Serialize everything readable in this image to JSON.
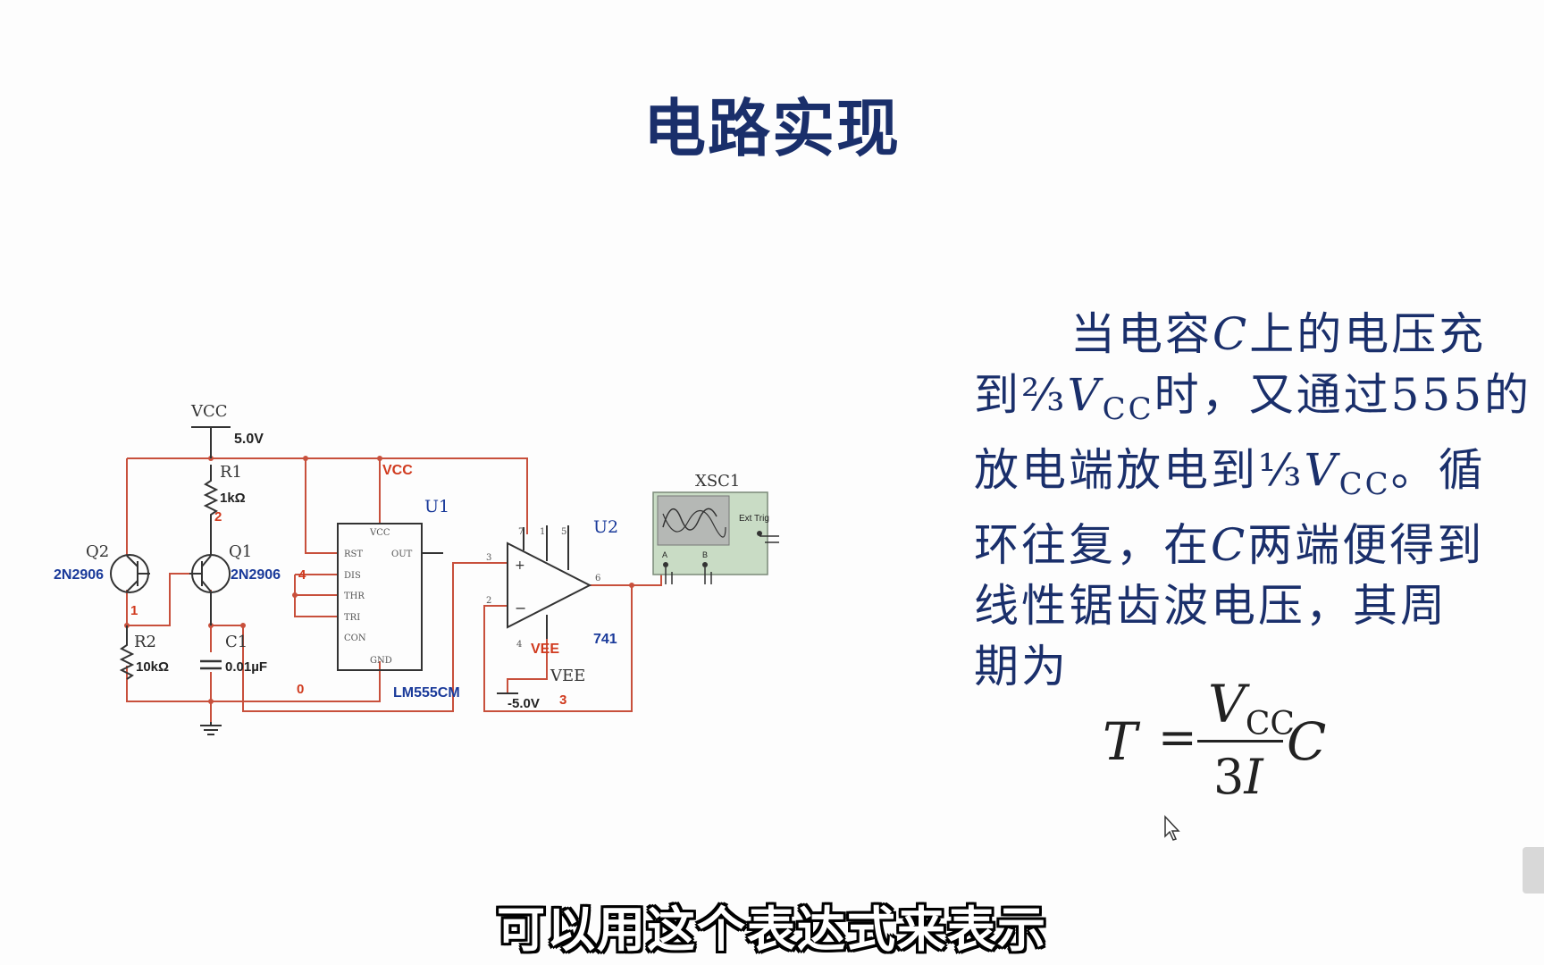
{
  "slide": {
    "title": "电路实现",
    "subtitle_caption": "可以用这个表达式来表示"
  },
  "schematic": {
    "vcc_label": "VCC",
    "vcc_value": "5.0V",
    "r1_name": "R1",
    "r1_value": "1kΩ",
    "r2_name": "R2",
    "r2_value": "10kΩ",
    "q1_name": "Q1",
    "q1_model": "2N2906",
    "q2_name": "Q2",
    "q2_model": "2N2906",
    "c1_name": "C1",
    "c1_value": "0.01µF",
    "u1_name": "U1",
    "u1_model": "LM555CM",
    "u1_pins": [
      "VCC",
      "RST",
      "OUT",
      "DIS",
      "THR",
      "TRI",
      "CON",
      "GND"
    ],
    "u2_name": "U2",
    "u2_model": "741",
    "net_vcc": "VCC",
    "net_vee": "VEE",
    "vee_label": "VEE",
    "vee_value": "-5.0V",
    "node_1": "1",
    "node_2": "2",
    "node_3": "3",
    "node_4": "4",
    "node_0": "0",
    "opamp_pins": [
      "3",
      "2",
      "6",
      "4",
      "7",
      "1",
      "5"
    ],
    "scope_name": "XSC1",
    "scope_ext_trig": "Ext Trig",
    "scope_ch_a": "A",
    "scope_ch_b": "B",
    "wire_color": "#c8503c",
    "label_red": "#d03a1e",
    "label_blue": "#1a3a9a"
  },
  "paragraph": {
    "l1a": "当电容",
    "l1b": "C",
    "l1c": "上的电压充",
    "l2a": "到⅔",
    "l2b": "V",
    "l2c": "CC",
    "l2d": "时，又通过555的",
    "l3a": "放电端放电到⅓",
    "l3b": "V",
    "l3c": "CC",
    "l3d": "。循",
    "l4a": "环往复，在",
    "l4b": "C",
    "l4c": "两端便得到",
    "l5": "线性锯齿波电压，其周",
    "l6": "期为"
  },
  "formula": {
    "lhs": "T",
    "eq": "=",
    "num_v": "V",
    "num_sub": "CC",
    "den_3": "3",
    "den_i": "I",
    "rhs": "C"
  }
}
